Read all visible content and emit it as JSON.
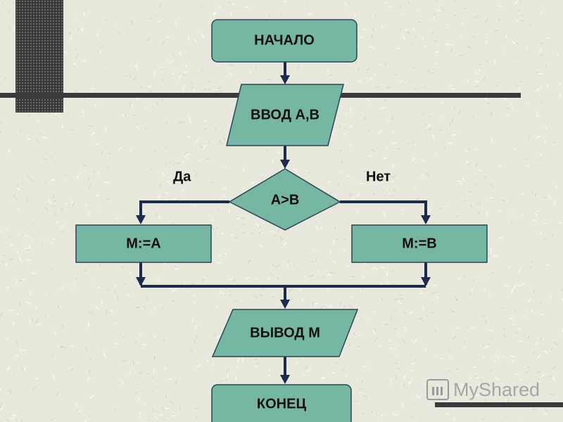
{
  "flowchart": {
    "start_label": "НАЧАЛО",
    "input_label": "ВВОД A,B",
    "condition_label": "A>B",
    "yes_label": "Да",
    "no_label": "Нет",
    "yes_action_label": "M:=A",
    "no_action_label": "M:=B",
    "output_label": "ВЫВОД M",
    "end_label": "КОНЕЦ"
  },
  "watermark": {
    "text": "MyShared",
    "icon": "presentation-board-icon"
  },
  "colors": {
    "shape_fill": "#76b7a4",
    "connector": "#1b2a4e",
    "background": "#e9e8dc",
    "decor_dark": "#3a3a3a"
  }
}
